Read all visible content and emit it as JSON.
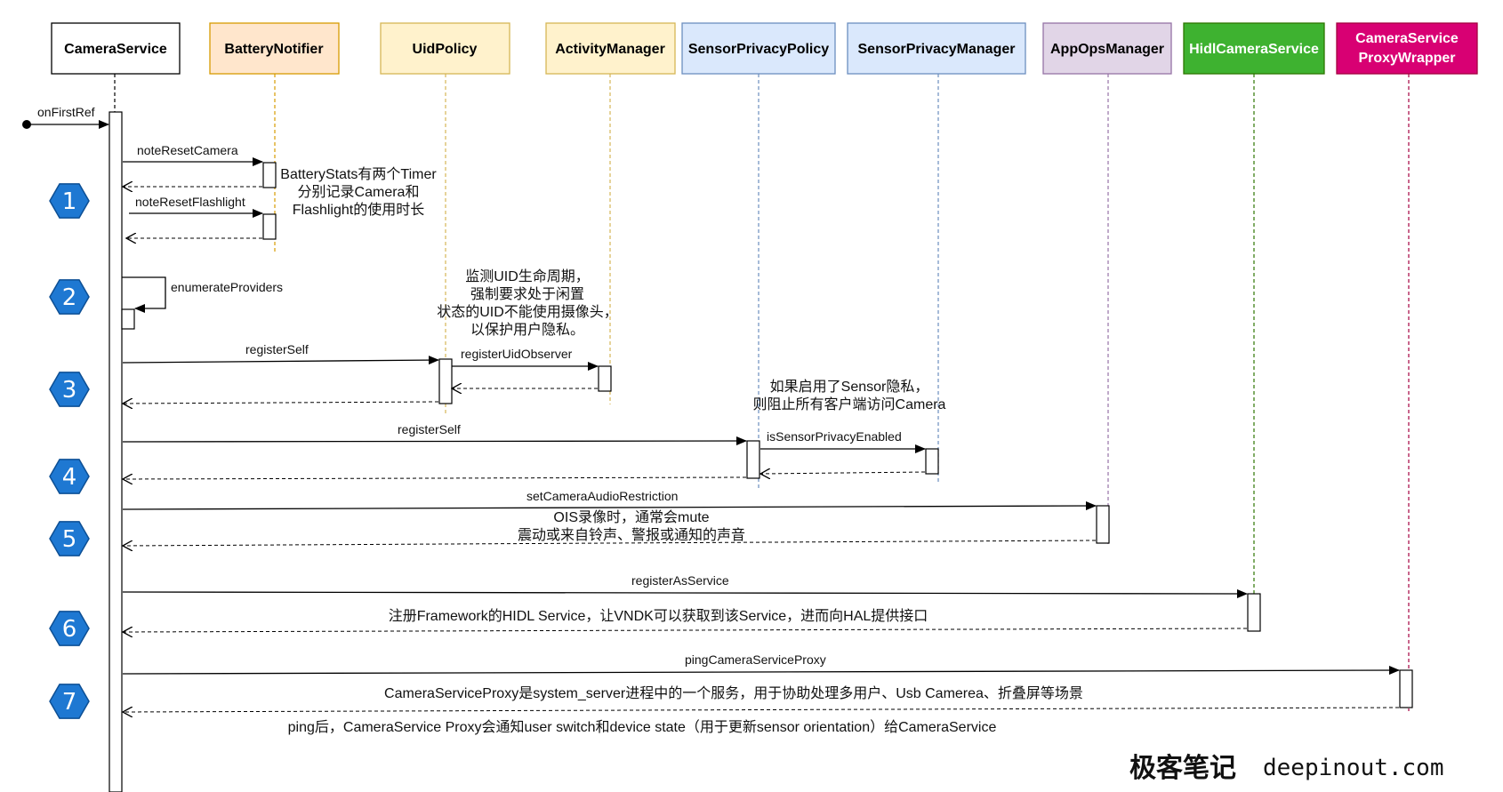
{
  "participants": [
    {
      "label_lines": [
        "CameraService"
      ],
      "fill": "#ffffff",
      "stroke": "#000000",
      "text_color": "#000000",
      "lifeline_color": "#000000"
    },
    {
      "label_lines": [
        "BatteryNotifier"
      ],
      "fill": "#ffe6cc",
      "stroke": "#d79b00",
      "text_color": "#000000",
      "lifeline_color": "#d79b00"
    },
    {
      "label_lines": [
        "UidPolicy"
      ],
      "fill": "#fff2cc",
      "stroke": "#d6b656",
      "text_color": "#000000",
      "lifeline_color": "#d6b656"
    },
    {
      "label_lines": [
        "ActivityManager"
      ],
      "fill": "#fff2cc",
      "stroke": "#d6b656",
      "text_color": "#000000",
      "lifeline_color": "#d6b656"
    },
    {
      "label_lines": [
        "SensorPrivacyPolicy"
      ],
      "fill": "#dae8fc",
      "stroke": "#6c8ebf",
      "text_color": "#000000",
      "lifeline_color": "#6c8ebf"
    },
    {
      "label_lines": [
        "SensorPrivacyManager"
      ],
      "fill": "#dae8fc",
      "stroke": "#6c8ebf",
      "text_color": "#000000",
      "lifeline_color": "#6c8ebf"
    },
    {
      "label_lines": [
        "AppOpsManager"
      ],
      "fill": "#e1d5e7",
      "stroke": "#9673a6",
      "text_color": "#000000",
      "lifeline_color": "#9673a6"
    },
    {
      "label_lines": [
        "HidlCameraService"
      ],
      "fill": "#3eb230",
      "stroke": "#2d7600",
      "text_color": "#ffffff",
      "lifeline_color": "#2d7600"
    },
    {
      "label_lines": [
        "CameraService",
        "ProxyWrapper"
      ],
      "fill": "#d80073",
      "stroke": "#a50040",
      "text_color": "#ffffff",
      "lifeline_color": "#a50040"
    }
  ],
  "messages": [
    "onFirstRef",
    "noteResetCamera",
    "noteResetFlashlight",
    "enumerateProviders",
    "registerSelf",
    "registerUidObserver",
    "registerSelf",
    "isSensorPrivacyEnabled",
    "setCameraAudioRestriction",
    "registerAsService",
    "pingCameraServiceProxy"
  ],
  "notes": {
    "battery": [
      "BatteryStats有两个Timer",
      "分别记录Camera和",
      "Flashlight的使用时长"
    ],
    "uid": [
      "监测UID生命周期，",
      "强制要求处于闲置",
      "状态的UID不能使用摄像头，",
      "以保护用户隐私。"
    ],
    "sensor": [
      "如果启用了Sensor隐私，",
      "则阻止所有客户端访问Camera"
    ],
    "appops": [
      "OIS录像时，通常会mute",
      "震动或来自铃声、警报或通知的声音"
    ],
    "hidl": "注册Framework的HIDL Service，让VNDK可以获取到该Service，进而向HAL提供接口",
    "proxy": "CameraServiceProxy是system_server进程中的一个服务，用于协助处理多用户、Usb Camerea、折叠屏等场景",
    "ping": "ping后，CameraService Proxy会通知user switch和device state（用于更新sensor orientation）给CameraService"
  },
  "steps": [
    "1",
    "2",
    "3",
    "4",
    "5",
    "6",
    "7"
  ],
  "badge_color": "#1e78d2",
  "watermark": {
    "cn": "极客笔记",
    "url": "deepinout.com"
  }
}
